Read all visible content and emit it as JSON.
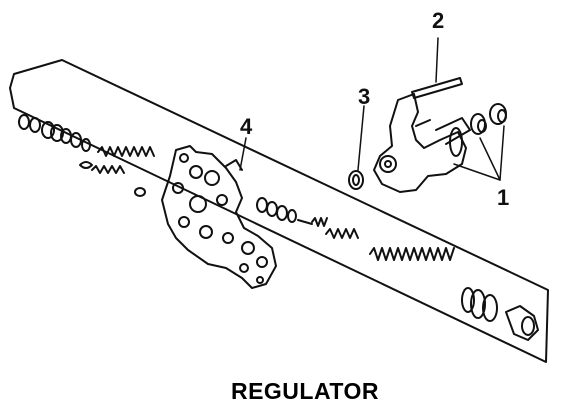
{
  "diagram": {
    "caption": "REGULATOR",
    "callouts": [
      {
        "id": "c1",
        "text": "1"
      },
      {
        "id": "c2",
        "text": "2"
      },
      {
        "id": "c3",
        "text": "3"
      },
      {
        "id": "c4",
        "text": "4"
      }
    ]
  },
  "colors": {
    "ink": "#111111",
    "paper": "#ffffff"
  }
}
